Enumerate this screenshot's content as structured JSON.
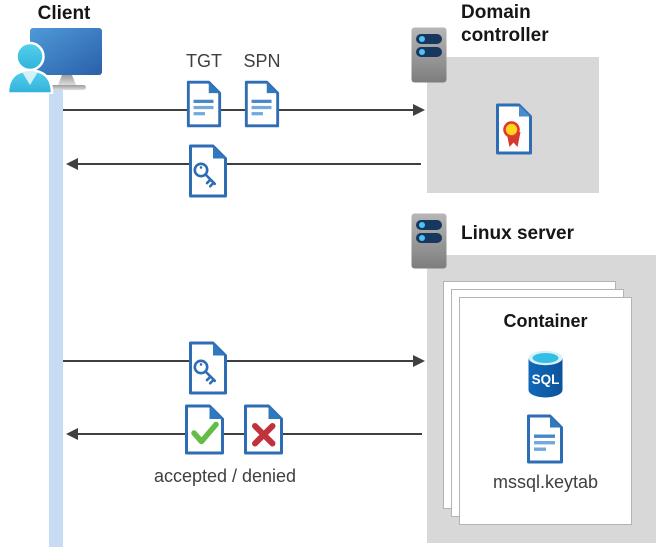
{
  "diagram": {
    "client": {
      "label": "Client"
    },
    "domain_controller": {
      "label": "Domain controller"
    },
    "linux_server": {
      "label": "Linux server"
    },
    "container": {
      "title": "Container",
      "sql_badge": "SQL",
      "keytab_label": "mssql.keytab"
    },
    "flows": {
      "tgt_label": "TGT",
      "spn_label": "SPN",
      "result_label": "accepted / denied"
    },
    "colors": {
      "doc_border_blue": "#2e6db5",
      "doc_fold_blue": "#3179bf",
      "doc_line_blue": "#74a9db",
      "lifeline_blue": "#c6dcf5",
      "arrow_gray": "#404040",
      "box_gray": "#d8d8d8",
      "server_bar_navy": "#17375e",
      "server_dot_blue": "#4fc3f7",
      "monitor_blue": "#2a60a8",
      "person_cyan": "#3fc3e6",
      "sql_body_blue": "#0f62b0",
      "sql_top_cyan": "#35bee5",
      "check_green": "#64bd46",
      "cross_red": "#c0323c",
      "seal_yellow": "#ffd51e",
      "seal_red": "#d6382c"
    }
  }
}
